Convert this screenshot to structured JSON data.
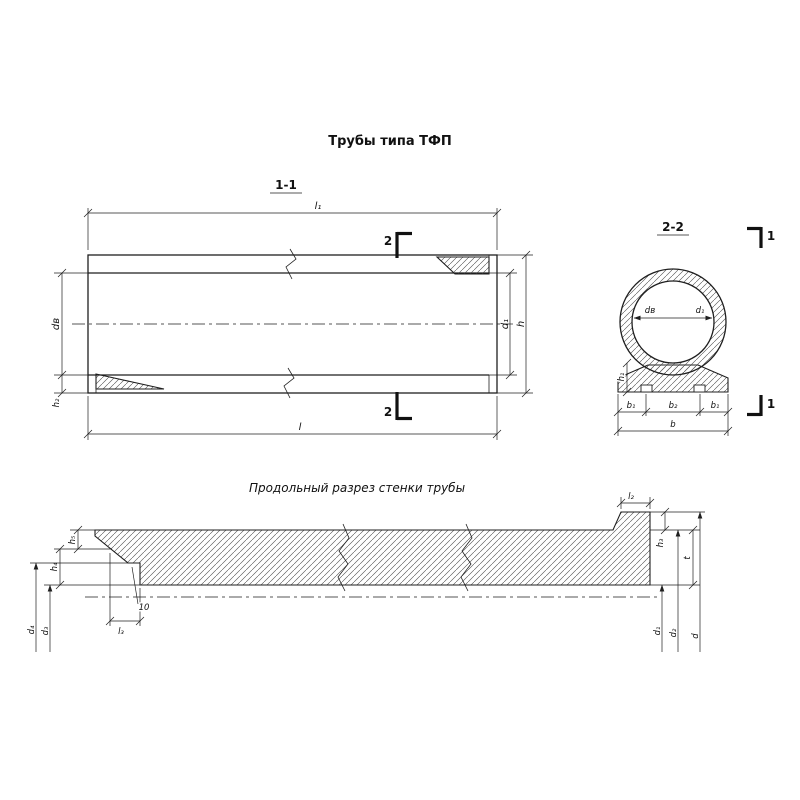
{
  "drawing": {
    "title": "Трубы типа ТФП",
    "longitudinal": {
      "label": "1-1",
      "cut_mark": "2",
      "dims": {
        "l1": "l₁",
        "l": "l",
        "dv": "dв",
        "h2": "h₂",
        "d1": "d₁",
        "h": "h"
      }
    },
    "cross": {
      "label": "2-2",
      "view_mark": "1",
      "dims": {
        "dv": "dв",
        "d1": "d₁",
        "h1": "h₁",
        "b1": "b₁",
        "b2": "b₂",
        "b": "b"
      }
    },
    "wall": {
      "title": "Продольный разрез стенки трубы",
      "dims": {
        "l2": "l₂",
        "l3": "l₃",
        "step10": "10",
        "h3": "h₃",
        "h4": "h₄",
        "h5": "h₅",
        "t": "t",
        "d": "d",
        "d1": "d₁",
        "d2": "d₂",
        "d3": "d₃",
        "d4": "d₄"
      }
    }
  },
  "colors": {
    "ink": "#1f1f1f",
    "paper": "#ffffff"
  }
}
